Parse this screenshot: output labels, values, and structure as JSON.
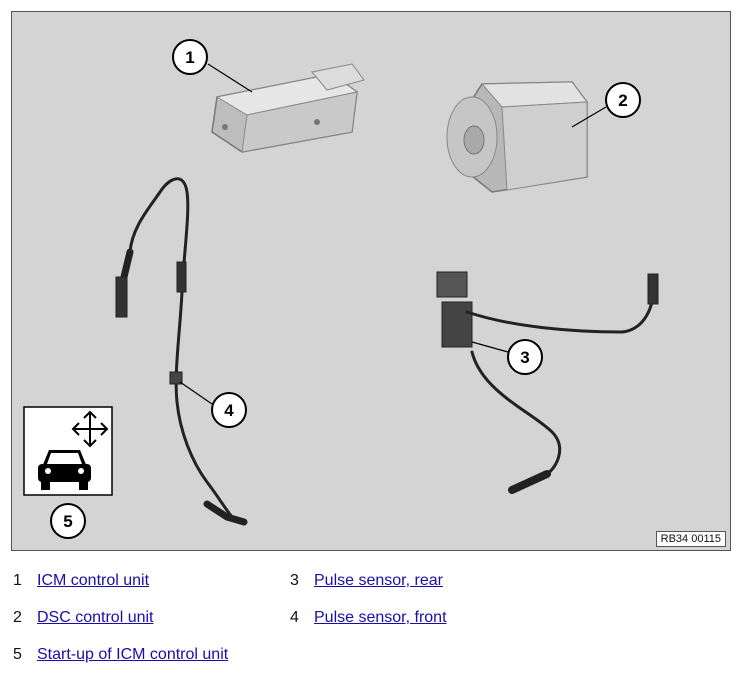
{
  "figure": {
    "reference_code": "RB34 00115",
    "callouts": [
      "1",
      "2",
      "3",
      "4",
      "5"
    ]
  },
  "legend": [
    {
      "num": "1",
      "label": "ICM control unit"
    },
    {
      "num": "2",
      "label": "DSC control unit"
    },
    {
      "num": "3",
      "label": "Pulse sensor, rear"
    },
    {
      "num": "4",
      "label": "Pulse sensor, front"
    },
    {
      "num": "5",
      "label": "Start-up of ICM control unit"
    }
  ],
  "colors": {
    "background": "#d4d4d4",
    "link": "#1a0dab"
  }
}
